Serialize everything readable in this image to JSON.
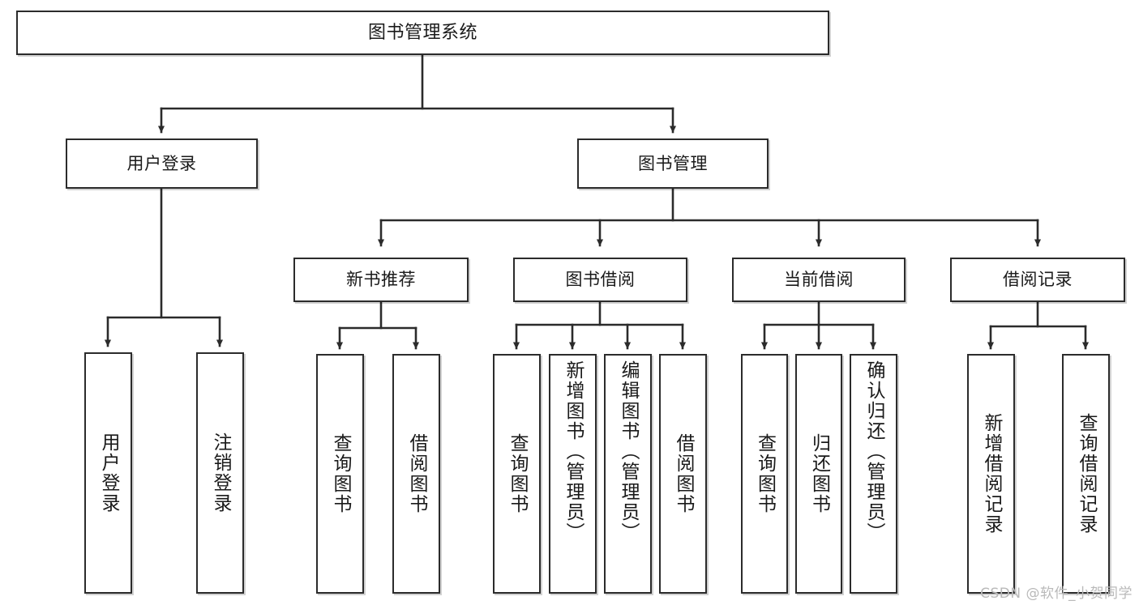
{
  "diagram": {
    "title": "图书管理系统",
    "type": "tree",
    "watermark": "CSDN @软件_小贺同学",
    "colors": {
      "border": "#2b2b2b",
      "fill": "#ffffff",
      "edge": "#2b2b2b",
      "text": "#1a1a1a",
      "watermark": "#b9b9b9"
    },
    "levels": {
      "root": "图书管理系统",
      "level2": [
        "用户登录",
        "图书管理"
      ],
      "level3": [
        "新书推荐",
        "图书借阅",
        "当前借阅",
        "借阅记录"
      ]
    },
    "nodes": {
      "root": {
        "label": "图书管理系统"
      },
      "user_login": {
        "label": "用户登录"
      },
      "book_manage": {
        "label": "图书管理"
      },
      "new_book_rec": {
        "label": "新书推荐"
      },
      "book_borrow": {
        "label": "图书借阅"
      },
      "current_borrow": {
        "label": "当前借阅"
      },
      "borrow_record": {
        "label": "借阅记录"
      },
      "leaf_user_login": {
        "label": "用户登录"
      },
      "leaf_logout": {
        "label": "注销登录"
      },
      "leaf_query_book_1": {
        "label": "查询图书"
      },
      "leaf_borrow_book_1": {
        "label": "借阅图书"
      },
      "leaf_query_book_2": {
        "label": "查询图书"
      },
      "leaf_add_book": {
        "label": "新增图书（管理员）"
      },
      "leaf_edit_book": {
        "label": "编辑图书（管理员）"
      },
      "leaf_borrow_book_2": {
        "label": "借阅图书"
      },
      "leaf_query_book_3": {
        "label": "查询图书"
      },
      "leaf_return_book": {
        "label": "归还图书"
      },
      "leaf_confirm_return": {
        "label": "确认归还（管理员）"
      },
      "leaf_add_record": {
        "label": "新增借阅记录"
      },
      "leaf_query_record": {
        "label": "查询借阅记录"
      }
    },
    "edges": [
      {
        "from": "root",
        "to": "user_login"
      },
      {
        "from": "root",
        "to": "book_manage"
      },
      {
        "from": "user_login",
        "to": "leaf_user_login"
      },
      {
        "from": "user_login",
        "to": "leaf_logout"
      },
      {
        "from": "book_manage",
        "to": "new_book_rec"
      },
      {
        "from": "book_manage",
        "to": "book_borrow"
      },
      {
        "from": "book_manage",
        "to": "current_borrow"
      },
      {
        "from": "book_manage",
        "to": "borrow_record"
      },
      {
        "from": "new_book_rec",
        "to": "leaf_query_book_1"
      },
      {
        "from": "new_book_rec",
        "to": "leaf_borrow_book_1"
      },
      {
        "from": "book_borrow",
        "to": "leaf_query_book_2"
      },
      {
        "from": "book_borrow",
        "to": "leaf_add_book"
      },
      {
        "from": "book_borrow",
        "to": "leaf_edit_book"
      },
      {
        "from": "book_borrow",
        "to": "leaf_borrow_book_2"
      },
      {
        "from": "current_borrow",
        "to": "leaf_query_book_3"
      },
      {
        "from": "current_borrow",
        "to": "leaf_return_book"
      },
      {
        "from": "current_borrow",
        "to": "leaf_confirm_return"
      },
      {
        "from": "borrow_record",
        "to": "leaf_add_record"
      },
      {
        "from": "borrow_record",
        "to": "leaf_query_record"
      }
    ]
  }
}
